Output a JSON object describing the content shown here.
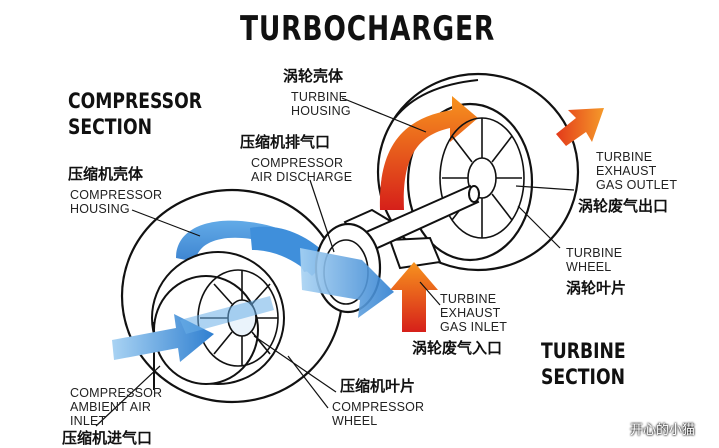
{
  "title": "TURBOCHARGER",
  "compressor_section": {
    "line1": "COMPRESSOR",
    "line2": "SECTION"
  },
  "turbine_section": {
    "line1": "TURBINE",
    "line2": "SECTION"
  },
  "labels": {
    "turbine_housing": {
      "zh": "涡轮壳体",
      "en1": "TURBINE",
      "en2": "HOUSING"
    },
    "compressor_air_discharge": {
      "zh": "压缩机排气口",
      "en1": "COMPRESSOR",
      "en2": "AIR DISCHARGE"
    },
    "compressor_housing": {
      "zh": "压缩机壳体",
      "en1": "COMPRESSOR",
      "en2": "HOUSING"
    },
    "turbine_exhaust_gas_outlet": {
      "en1": "TURBINE",
      "en2": "EXHAUST",
      "en3": "GAS OUTLET",
      "zh": "涡轮废气出口"
    },
    "turbine_wheel": {
      "en1": "TURBINE",
      "en2": "WHEEL",
      "zh": "涡轮叶片"
    },
    "turbine_exhaust_gas_inlet": {
      "en1": "TURBINE",
      "en2": "EXHAUST",
      "en3": "GAS INLET",
      "zh": "涡轮废气入口"
    },
    "compressor_wheel": {
      "zh": "压缩机叶片",
      "en1": "COMPRESSOR",
      "en2": "WHEEL"
    },
    "compressor_ambient_air_inlet": {
      "en1": "COMPRESSOR",
      "en2": "AMBIENT AIR",
      "en3": "INLET",
      "zh": "压缩机进气口"
    }
  },
  "watermark": "开心的小猫",
  "colors": {
    "intake_blue": "#3a8fd9",
    "intake_blue_light": "#8cc4ef",
    "exhaust_red": "#e8401c",
    "exhaust_orange": "#f48a1e",
    "outline": "#111111"
  }
}
